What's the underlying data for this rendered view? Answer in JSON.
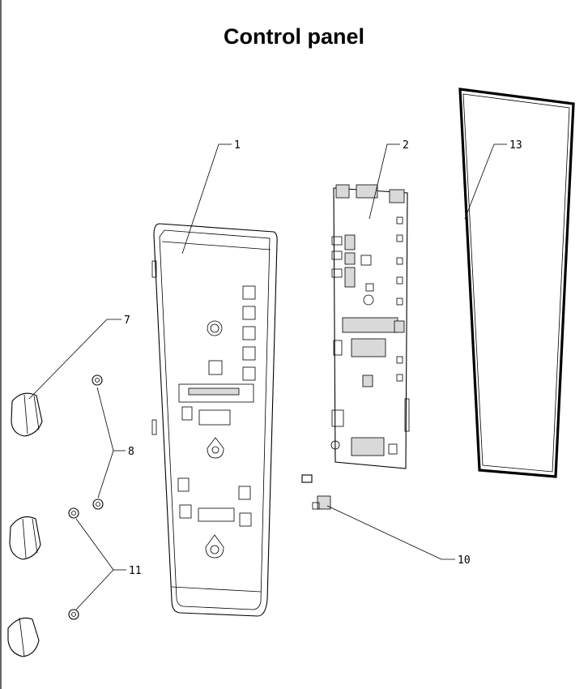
{
  "title": "Control panel",
  "callouts": [
    {
      "id": "c1",
      "label": "1"
    },
    {
      "id": "c2",
      "label": "2"
    },
    {
      "id": "c13",
      "label": "13"
    },
    {
      "id": "c7",
      "label": "7"
    },
    {
      "id": "c8",
      "label": "8"
    },
    {
      "id": "c10",
      "label": "10"
    },
    {
      "id": "c11",
      "label": "11"
    }
  ]
}
